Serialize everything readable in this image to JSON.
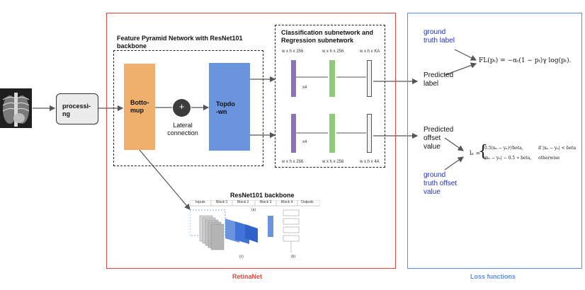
{
  "input": {
    "name": "chest-xray-input"
  },
  "preprocess": {
    "label": "processi-\nng"
  },
  "retinanet": {
    "label": "RetinaNet",
    "fpn": {
      "title": "Feature Pyramid Network with ResNet101 backbone",
      "bottom_up": "Botto-\nmup",
      "top_down": "Topdo\n-wn",
      "plus": "+",
      "lateral": "Lateral\nconnection"
    },
    "subnets": {
      "title": "Classification subnetwork and\nRegression subnetwork",
      "top_dims": [
        "w x h x 256",
        "w x h x 256",
        "w x h x KA"
      ],
      "bottom_dims": [
        "w x h x 256",
        "w x h x 256",
        "w x h x 4A"
      ],
      "repeat_top": "x4",
      "repeat_bottom": "x4"
    },
    "backbone": {
      "title": "ResNet101 backbone",
      "stages": [
        "Inputs",
        "Block 1",
        "Block 2",
        "Block 3",
        "Block 4",
        "Outputs"
      ],
      "caption_a": "(a)",
      "caption_b": "(b)",
      "caption_c": "(c)"
    }
  },
  "loss": {
    "label": "Loss functions",
    "ground_truth_label": "ground\ntruth label",
    "predicted_label": "Predicted\nlabel",
    "focal_loss": "FL(pₜ) = −αₜ(1 − pₜ)γ log(pₜ).",
    "predicted_offset": "Predicted\noffset\nvalue",
    "ground_truth_offset": "ground\ntruth offset\nvalue",
    "smooth_l1": {
      "lhs": "lₙ =",
      "case1": "0.5(xₙ − yₙ)²/beta,",
      "cond1": "if |xₙ − yₙ| < beta",
      "case2": "|xₙ − yₙ| − 0.5 ∗ beta,",
      "cond2": "otherwise"
    }
  },
  "colors": {
    "retinanet_border": "#e0463c",
    "loss_border": "#5b8ee0",
    "bottom_up": "#efb06e",
    "top_down": "#6b94df",
    "purple_layer": "#8d72c0",
    "green_layer": "#8fc97a",
    "label_blue": "#1f2fd8"
  }
}
